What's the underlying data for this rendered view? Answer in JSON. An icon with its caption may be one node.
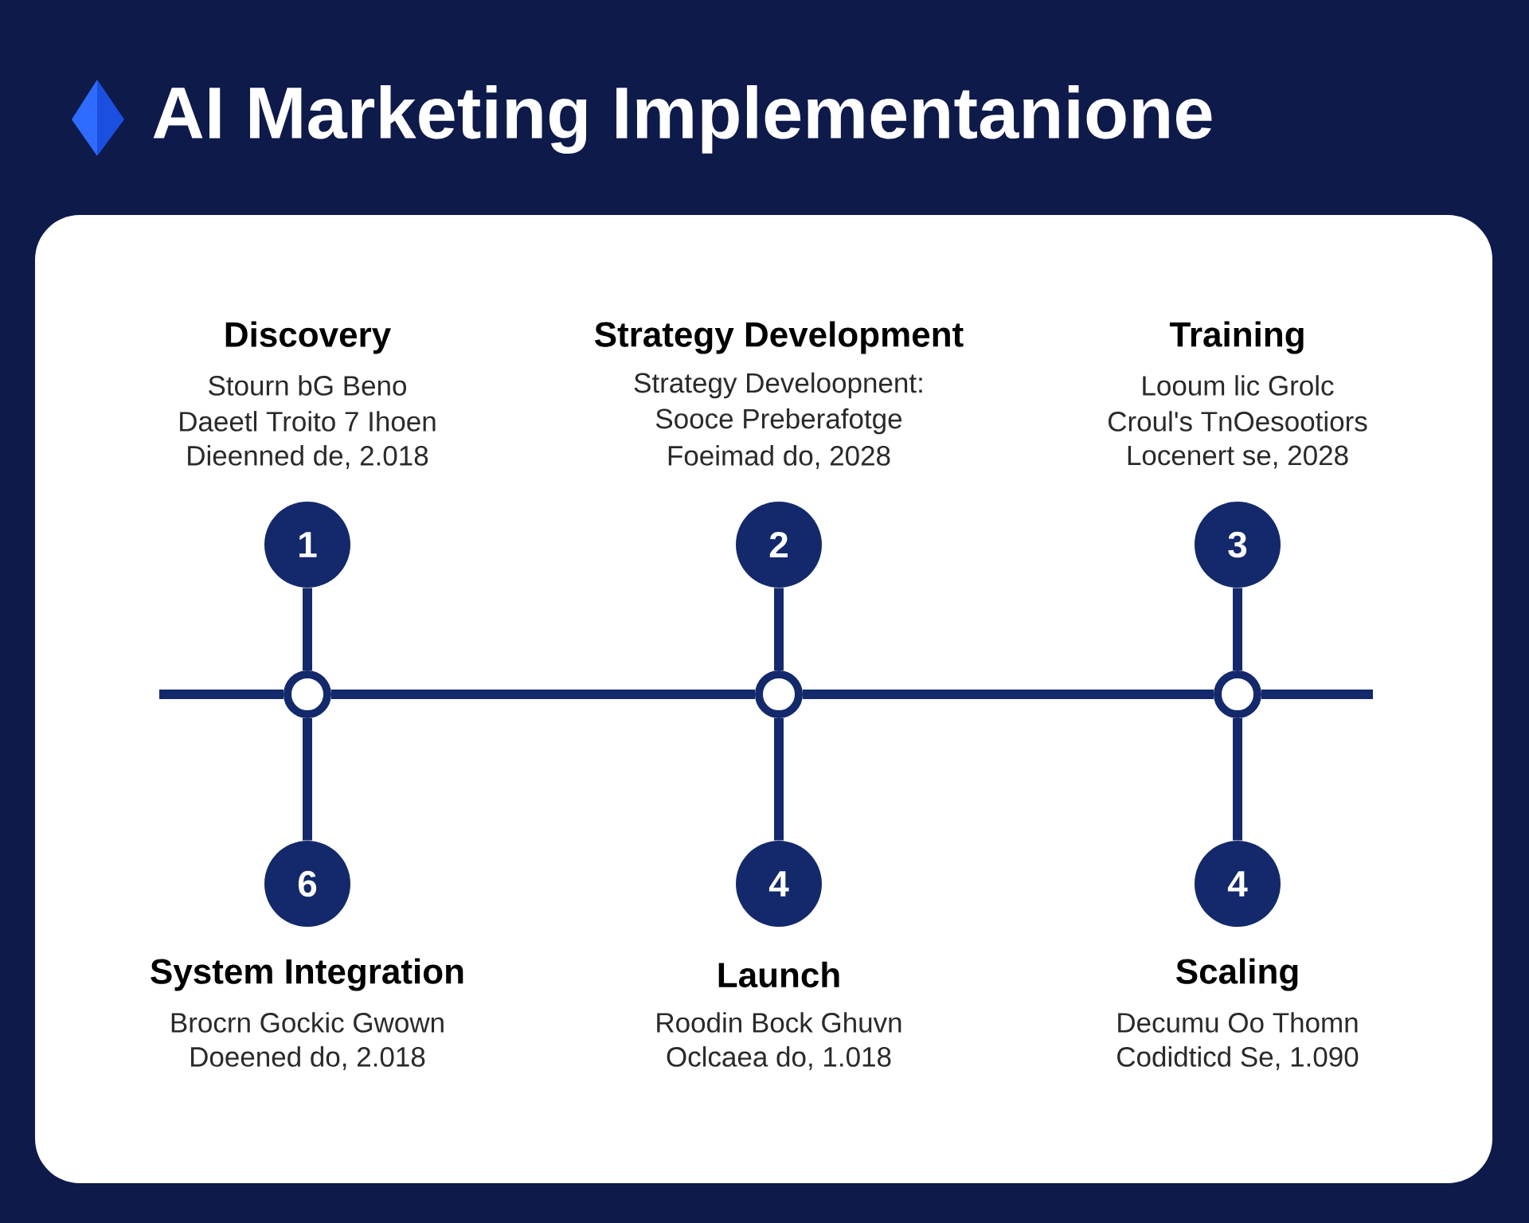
{
  "diagram": {
    "title": "AI Marketing Implementanione",
    "nodes": [
      {
        "text": [
          "1"
        ],
        "beside": [
          "Discovery",
          "Stourn bG Beno",
          "Daeetl Troito 7 Ihoen",
          "Dieenned de, 2.018"
        ]
      },
      {
        "text": [
          "2"
        ],
        "beside": [
          "Strategy Development",
          "Strategy Develoopnent:",
          "Sooce Preberafotge",
          "Foeimad do, 2028"
        ]
      },
      {
        "text": [
          "3"
        ],
        "beside": [
          "Training",
          "Looum lic Grolc",
          "Croul's TnOesootiors",
          "Locenert se, 2028"
        ]
      },
      {
        "text": [],
        "shape": "circle"
      },
      {
        "text": [],
        "shape": "circle"
      },
      {
        "text": [],
        "shape": "circle"
      },
      {
        "text": [
          "6"
        ],
        "beside": [
          "System Integration",
          "Brocrn Gockic Gwown",
          "Doeened do, 2.018"
        ]
      },
      {
        "text": [
          "4"
        ],
        "beside": [
          "Launch",
          "Roodin Bock Ghuvn",
          "Oclcaea do, 1.018"
        ]
      },
      {
        "text": [
          "4"
        ],
        "beside": [
          "Scaling",
          "Decumu Oo Thomn",
          "Codidticd Se, 1.090"
        ]
      }
    ],
    "edges": [
      {
        "from": 0,
        "to": 3,
        "arrow": "none"
      },
      {
        "from": 1,
        "to": 4,
        "arrow": "none"
      },
      {
        "from": 2,
        "to": 5,
        "arrow": "none"
      },
      {
        "from": 3,
        "to": 6,
        "arrow": "none"
      },
      {
        "from": 4,
        "to": 7,
        "arrow": "none"
      },
      {
        "from": 5,
        "to": 8,
        "arrow": "none"
      },
      {
        "from": 3,
        "to": 4,
        "arrow": "none"
      },
      {
        "from": 4,
        "to": 5,
        "arrow": "none"
      },
      {
        "from": null,
        "to": 3,
        "arrow": "none"
      },
      {
        "from": 5,
        "to": null,
        "arrow": "none"
      }
    ]
  }
}
